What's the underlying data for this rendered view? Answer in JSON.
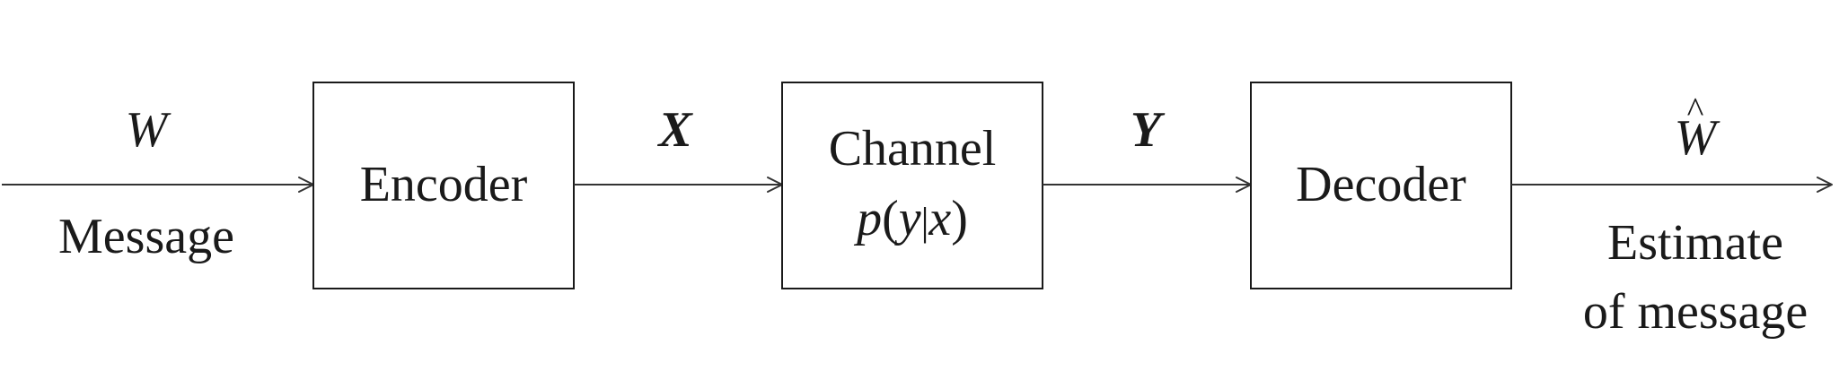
{
  "diagram": {
    "input": {
      "symbol": "W",
      "label": "Message"
    },
    "encoder": {
      "label": "Encoder"
    },
    "encoded_signal": {
      "symbol": "X"
    },
    "channel": {
      "label": "Channel",
      "formula_p": "p",
      "formula_open": "(",
      "formula_y": "y",
      "formula_bar": "|",
      "formula_x": "x",
      "formula_close": ")"
    },
    "received_signal": {
      "symbol": "Y"
    },
    "decoder": {
      "label": "Decoder"
    },
    "output": {
      "symbol": "W",
      "hat": "^",
      "label_line1": "Estimate",
      "label_line2": "of message"
    }
  }
}
